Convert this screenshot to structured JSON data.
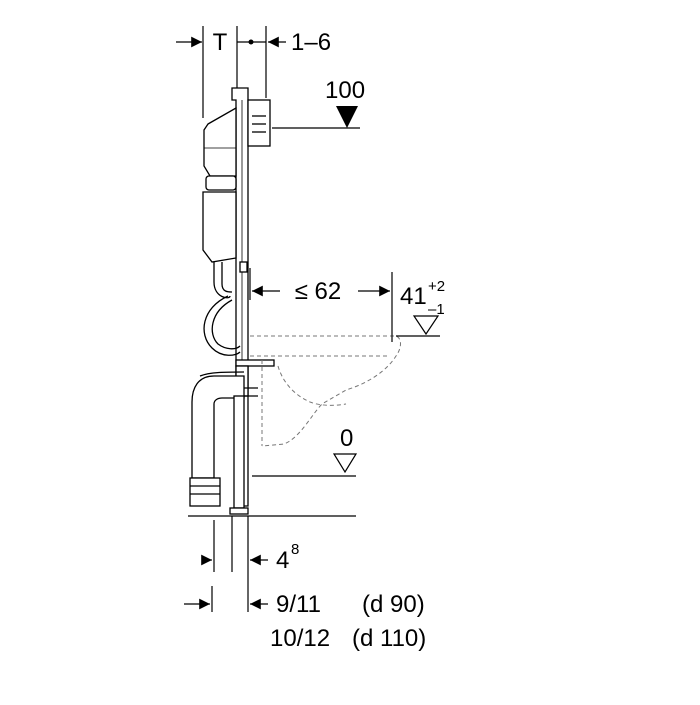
{
  "dimensions": {
    "frame_depth": "T",
    "offset": "1–6",
    "actuator_height": "100",
    "pan_projection": "≤ 62",
    "pan_height": "41",
    "pan_height_tol_plus": "+2",
    "pan_height_tol_minus": "–1",
    "floor_level": "0",
    "foot_offset": "4",
    "foot_offset_sup": "8",
    "pipe_offset_90": "9/11",
    "pipe_dn_90": "(d 90)",
    "pipe_offset_110": "10/12",
    "pipe_dn_110": "(d 110)"
  },
  "colors": {
    "line": "#000000",
    "background": "#ffffff",
    "dashed_pan": "#777777"
  }
}
